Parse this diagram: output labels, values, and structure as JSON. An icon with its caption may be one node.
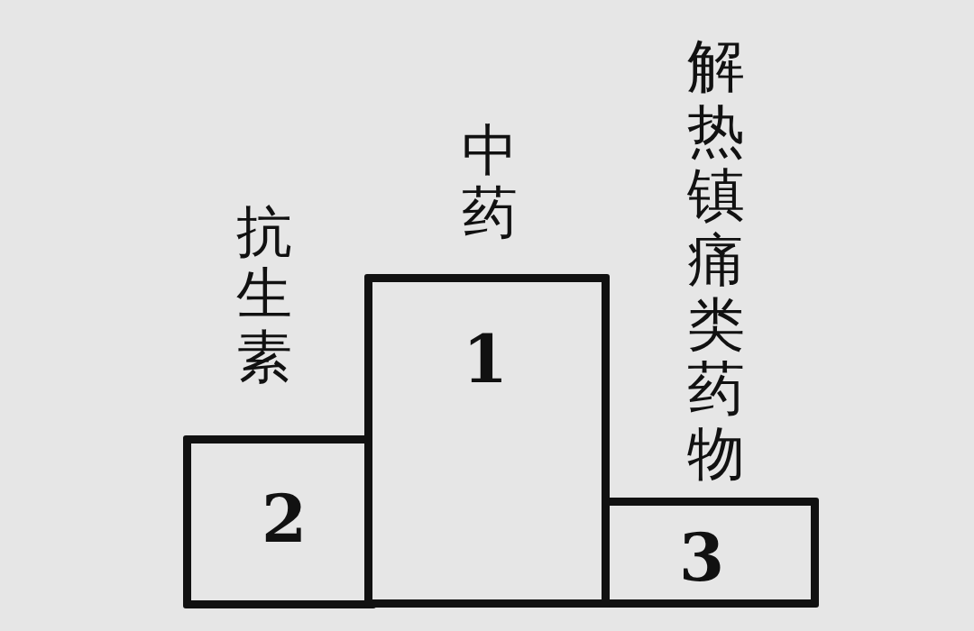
{
  "diagram": {
    "nodes": [
      {
        "text": [
          "抗生素",
          "2"
        ]
      },
      {
        "text": [
          "中药",
          "1"
        ]
      },
      {
        "text": [
          "解热镇痛类药物",
          "3"
        ]
      }
    ]
  }
}
